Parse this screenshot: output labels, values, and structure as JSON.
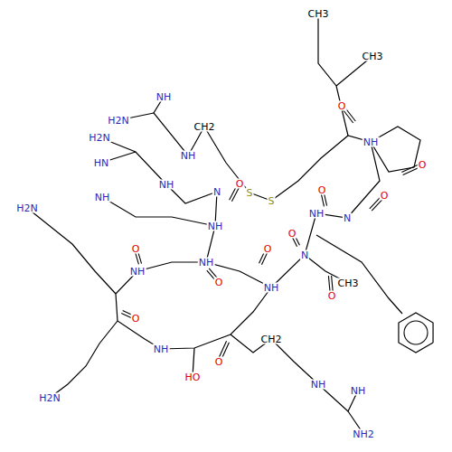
{
  "diagram": {
    "labels": [
      "CH3",
      "CH3",
      "O",
      "NH",
      "O",
      "S",
      "S",
      "NH",
      "H2N",
      "NH",
      "H2N",
      "HN",
      "NH",
      "CH2",
      "N",
      "O",
      "NH",
      "O",
      "NH",
      "H2N",
      "O",
      "NH",
      "NH",
      "O",
      "O",
      "NH",
      "O",
      "HO",
      "H2N",
      "NH",
      "O",
      "N",
      "NH",
      "O",
      "N",
      "O",
      "CH3",
      "O",
      "CH2",
      "NH",
      "NH",
      "NH2"
    ]
  }
}
